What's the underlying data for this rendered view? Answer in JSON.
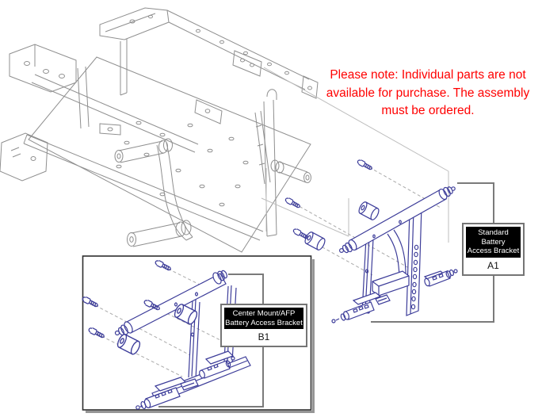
{
  "note": {
    "color": "#ff0000",
    "line1": "Please note: Individual parts are not",
    "line2": "available for purchase. The assembly",
    "line3": "must be ordered."
  },
  "callouts": {
    "a1": {
      "title_line1": "Standard Battery",
      "title_line2": "Access Bracket",
      "code": "A1"
    },
    "b1": {
      "title_line1": "Center Mount/AFP",
      "title_line2": "Battery Access Bracket",
      "code": "B1"
    }
  },
  "colors": {
    "part_outline": "#3c3c99",
    "frame_outline": "#8f8f8f",
    "callout_border": "#757575",
    "note_red": "#ff0000"
  }
}
